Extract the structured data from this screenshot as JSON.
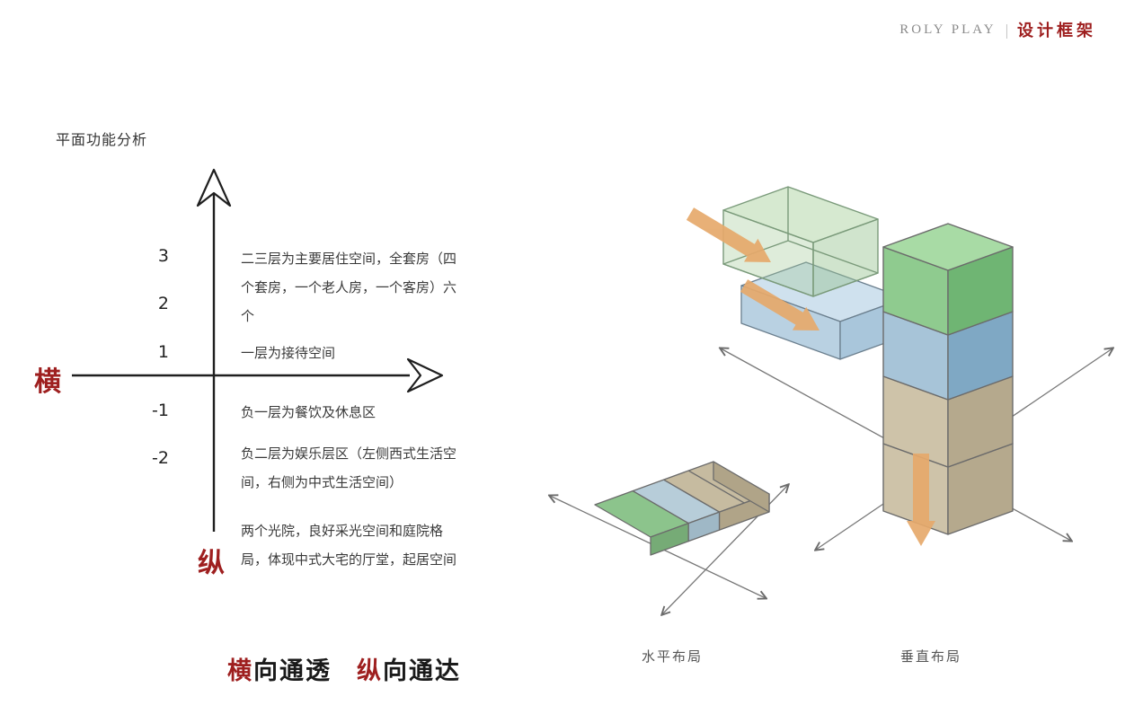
{
  "header": {
    "brand": "ROLY PLAY",
    "divider": "|",
    "section": "设计框架"
  },
  "left": {
    "title": "平面功能分析",
    "axis": {
      "horizontal_label": "横",
      "vertical_label": "纵",
      "levels": [
        "3",
        "2",
        "1",
        "-1",
        "-2"
      ]
    },
    "notes": {
      "upper": "二三层为主要居住空间，全套房（四个套房，一个老人房，一个客房）六个",
      "level1": "一层为接待空间",
      "basement1": "负一层为餐饮及休息区",
      "basement2": "负二层为娱乐层区（左侧西式生活空间，右侧为中式生活空间）",
      "courtyard": "两个光院，良好采光空间和庭院格局，体现中式大宅的厅堂，起居空间"
    },
    "slogan": {
      "part1_accent": "横",
      "part1_rest": "向通透",
      "part2_accent": "纵",
      "part2_rest": "向通达"
    }
  },
  "sketches": {
    "horizontal_label": "水平布局",
    "vertical_label": "垂直布局"
  },
  "colors": {
    "accent_red": "#9e1f1f",
    "sketch_green": "#8cc48c",
    "sketch_blue": "#8ab4cc",
    "sketch_tan": "#c2b79e",
    "arrow_orange": "#e6a96b",
    "line": "#6b6b6b"
  }
}
